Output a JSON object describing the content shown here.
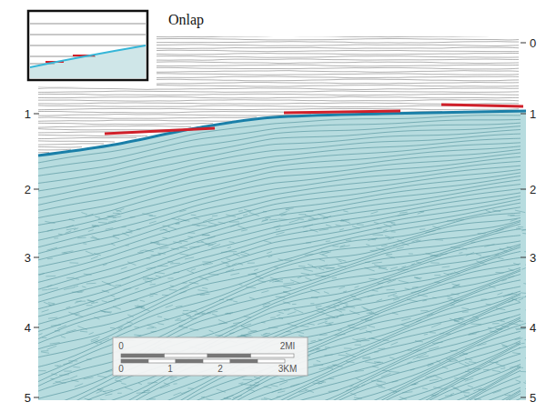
{
  "diagram": {
    "title": "Onlap",
    "labels": [
      "1",
      "2",
      "3",
      "4",
      "5",
      "0",
      "1",
      "2",
      "3",
      "4",
      "5",
      "0",
      "2MI",
      "0",
      "1",
      "2",
      "3KM"
    ]
  }
}
